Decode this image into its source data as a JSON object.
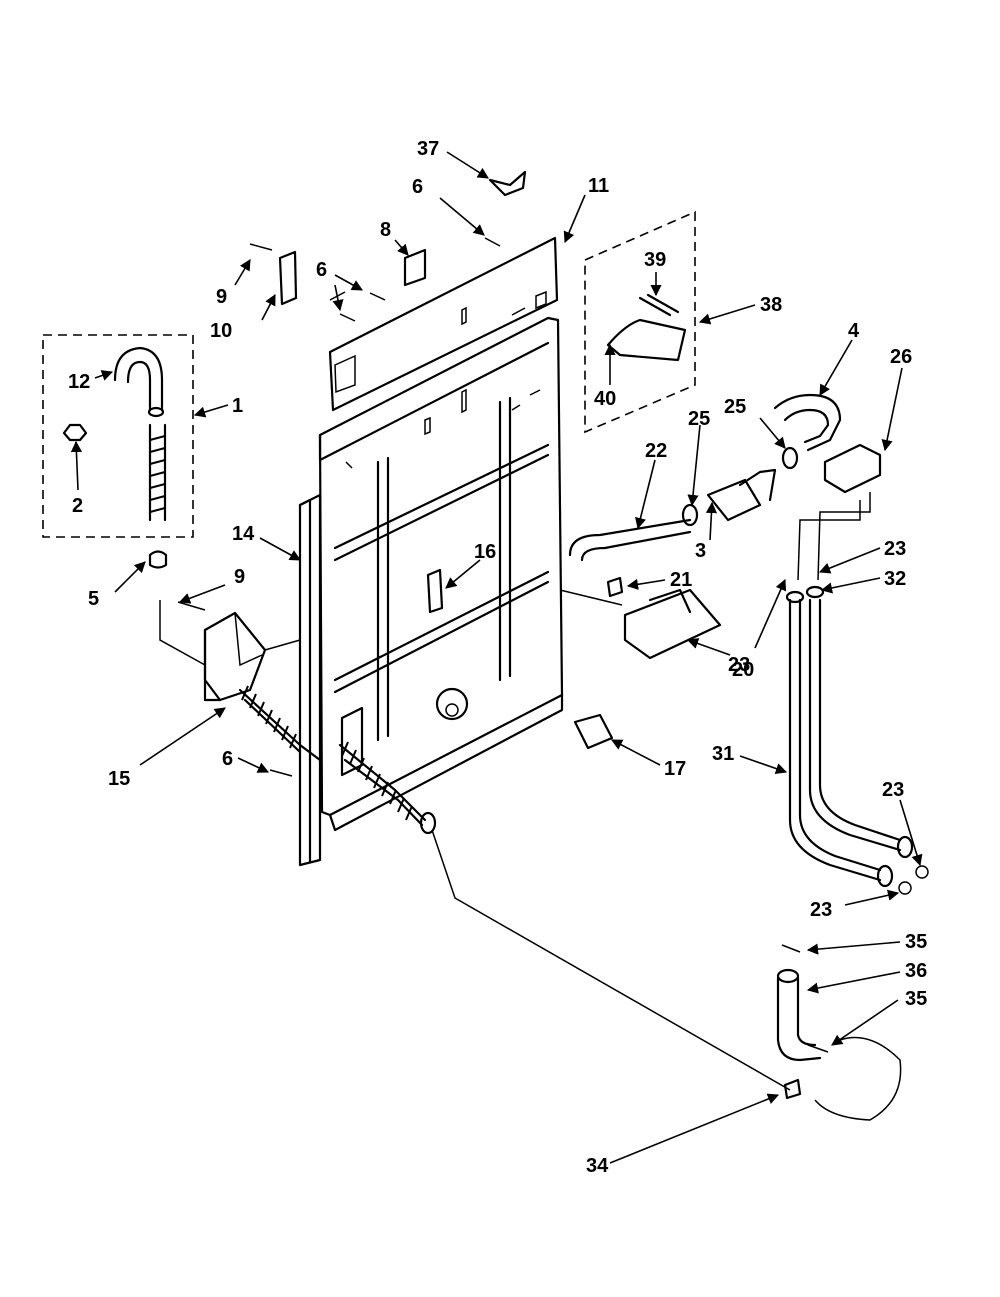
{
  "callouts": [
    {
      "id": "37",
      "label": "37"
    },
    {
      "id": "6a",
      "label": "6"
    },
    {
      "id": "11",
      "label": "11"
    },
    {
      "id": "8",
      "label": "8"
    },
    {
      "id": "9a",
      "label": "9"
    },
    {
      "id": "6b",
      "label": "6"
    },
    {
      "id": "10",
      "label": "10"
    },
    {
      "id": "39",
      "label": "39"
    },
    {
      "id": "38",
      "label": "38"
    },
    {
      "id": "40",
      "label": "40"
    },
    {
      "id": "4",
      "label": "4"
    },
    {
      "id": "26",
      "label": "26"
    },
    {
      "id": "12",
      "label": "12"
    },
    {
      "id": "1",
      "label": "1"
    },
    {
      "id": "2",
      "label": "2"
    },
    {
      "id": "25a",
      "label": "25"
    },
    {
      "id": "25b",
      "label": "25"
    },
    {
      "id": "22",
      "label": "22"
    },
    {
      "id": "3",
      "label": "3"
    },
    {
      "id": "14",
      "label": "14"
    },
    {
      "id": "16",
      "label": "16"
    },
    {
      "id": "21",
      "label": "21"
    },
    {
      "id": "23a",
      "label": "23"
    },
    {
      "id": "32",
      "label": "32"
    },
    {
      "id": "5",
      "label": "5"
    },
    {
      "id": "9b",
      "label": "9"
    },
    {
      "id": "23b",
      "label": "23"
    },
    {
      "id": "20",
      "label": "20"
    },
    {
      "id": "31",
      "label": "31"
    },
    {
      "id": "15",
      "label": "15"
    },
    {
      "id": "6c",
      "label": "6"
    },
    {
      "id": "17",
      "label": "17"
    },
    {
      "id": "23c",
      "label": "23"
    },
    {
      "id": "23d",
      "label": "23"
    },
    {
      "id": "35a",
      "label": "35"
    },
    {
      "id": "36",
      "label": "36"
    },
    {
      "id": "35b",
      "label": "35"
    },
    {
      "id": "34",
      "label": "34"
    }
  ]
}
